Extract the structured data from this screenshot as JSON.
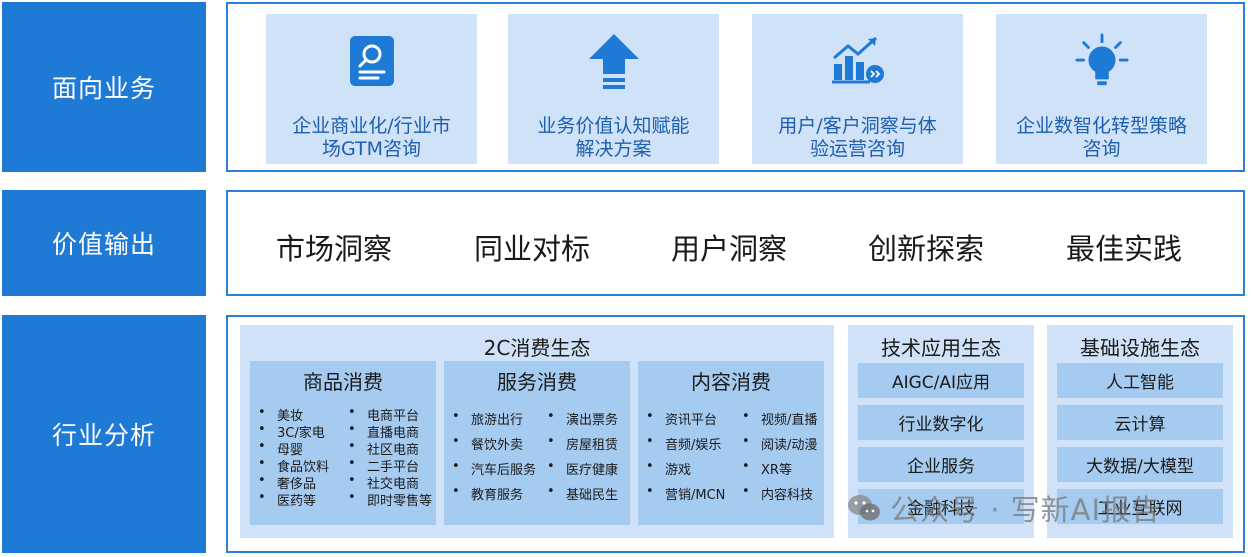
{
  "rows": {
    "business": {
      "label": "面向业务",
      "cards": [
        {
          "icon": "document-search-icon",
          "line1": "企业商业化/行业市",
          "line2": "场GTM咨询"
        },
        {
          "icon": "upload-arrow-icon",
          "line1": "业务价值认知赋能",
          "line2": "解决方案"
        },
        {
          "icon": "growth-chart-icon",
          "line1": "用户/客户洞察与体",
          "line2": "验运营咨询"
        },
        {
          "icon": "lightbulb-icon",
          "line1": "企业数智化转型策略",
          "line2": "咨询"
        }
      ]
    },
    "value": {
      "label": "价值输出",
      "items": [
        "市场洞察",
        "同业对标",
        "用户洞察",
        "创新探索",
        "最佳实践"
      ]
    },
    "industry": {
      "label": "行业分析",
      "consumer": {
        "title": "2C消费生态",
        "groups": [
          {
            "title": "商品消费",
            "col1": [
              "美妆",
              "3C/家电",
              "母婴",
              "食品饮料",
              "奢侈品",
              "医药等"
            ],
            "col2": [
              "电商平台",
              "直播电商",
              "社区电商",
              "二手平台",
              "社交电商",
              "即时零售等"
            ]
          },
          {
            "title": "服务消费",
            "col1": [
              "旅游出行",
              "餐饮外卖",
              "汽车后服务",
              "教育服务"
            ],
            "col2": [
              "演出票务",
              "房屋租赁",
              "医疗健康",
              "基础民生"
            ]
          },
          {
            "title": "内容消费",
            "col1": [
              "资讯平台",
              "音频/娱乐",
              "游戏",
              "营销/MCN"
            ],
            "col2": [
              "视频/直播",
              "阅读/动漫",
              "XR等",
              "内容科技"
            ]
          }
        ]
      },
      "tech": {
        "title": "技术应用生态",
        "items": [
          "AIGC/AI应用",
          "行业数字化",
          "企业服务",
          "金融科技"
        ]
      },
      "infra": {
        "title": "基础设施生态",
        "items": [
          "人工智能",
          "云计算",
          "大数据/大模型",
          "工业互联网"
        ]
      }
    }
  },
  "watermark": {
    "text": "公众号 · 写新AI报告",
    "icon": "wechat-icon"
  },
  "colors": {
    "label_bg": "#1f7ad6",
    "frame_border": "#2a7fd8",
    "card_bg": "#cfe2f7",
    "card_text": "#1e5fae",
    "subpanel_bg": "#a6cbf0"
  }
}
